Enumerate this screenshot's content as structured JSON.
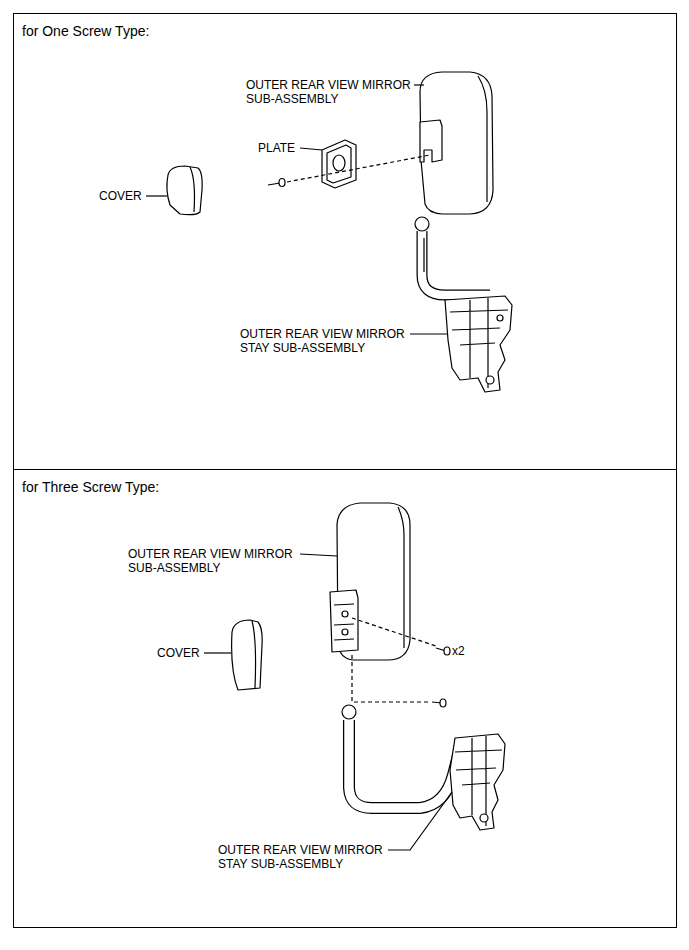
{
  "diagram": {
    "nodes": [
      {
        "text": [
          "for One Screw Type:"
        ]
      },
      {
        "text": [
          "for Three Screw Type:"
        ]
      }
    ],
    "labels": [
      "OUTER REAR VIEW MIRROR SUB-ASSEMBLY",
      "PLATE",
      "COVER",
      "OUTER REAR VIEW MIRROR STAY SUB-ASSEMBLY",
      "OUTER REAR VIEW MIRROR SUB-ASSEMBLY",
      "COVER",
      "x2",
      "OUTER REAR VIEW MIRROR STAY SUB-ASSEMBLY"
    ]
  }
}
